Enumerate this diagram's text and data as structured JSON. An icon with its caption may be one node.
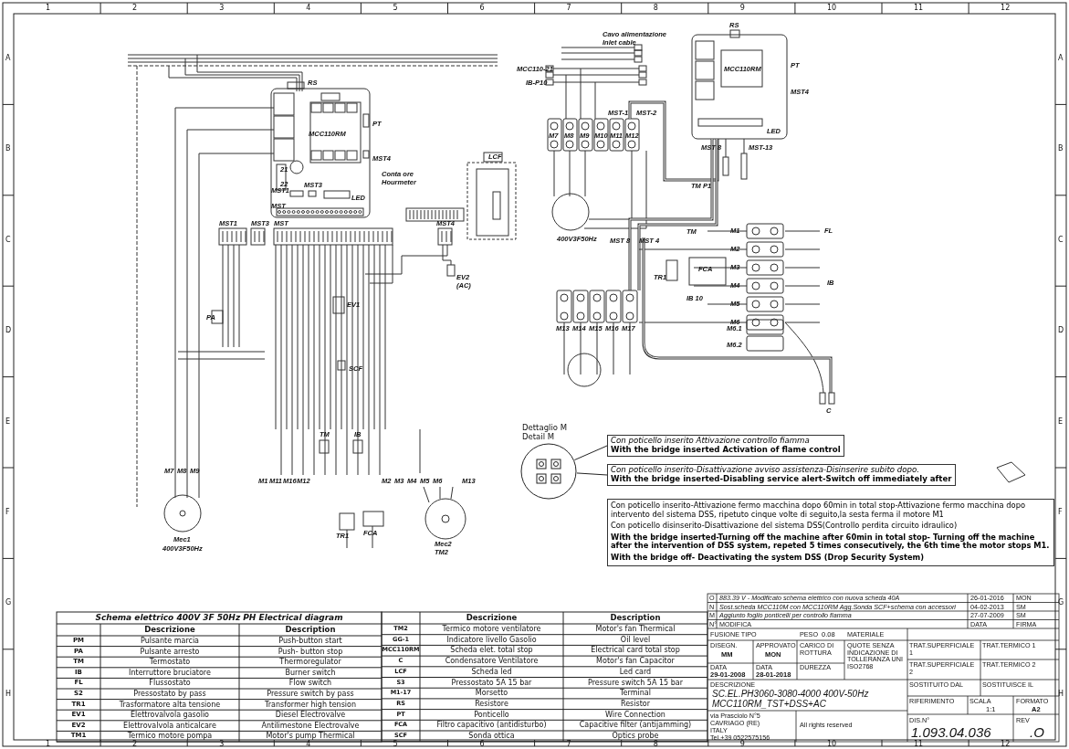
{
  "diagram": {
    "nodes": [
      {
        "text": [],
        "shape": "picture",
        "beside": [
          "Dettaglio M",
          "Detail M"
        ]
      },
      {
        "text": [
          "Con poticello inserito Attivazione controllo fiamma",
          "With the bridge inserted Activation of flame control"
        ]
      },
      {
        "text": [
          "Con poticello inserito-Disattivazione avviso assistenza-Disinserire subito dopo.",
          "With the bridge inserted-Disabling service alert-Switch off immediately after"
        ]
      },
      {
        "text": [
          "Con poticello inserito-Attivazione fermo macchina dopo 60min in total stop-Attivazione fermo macchina dopo intervento del sistema DSS, ripetuto cinque volte di seguito,la sesta ferma il motore M1",
          "Con poticello disinserito-Disattivazione del sistema DSS(Controllo perdita circuito idraulico)",
          "With the bridge inserted-Turning off the machine after 60min in total stop- Turning off the machine after the intervention of DSS system, repeted 5 times consecutively, the 6th time the motor stops M1.",
          "With the bridge off- Deactivating the system DSS (Drop Security System)"
        ]
      }
    ],
    "edges": [
      {
        "from": 1,
        "to": 0,
        "arrow": "none"
      },
      {
        "from": 2,
        "to": 0,
        "arrow": "none"
      }
    ],
    "labels": [
      "1",
      "2",
      "3",
      "4",
      "5",
      "6",
      "7",
      "8",
      "9",
      "10",
      "11",
      "12",
      "1",
      "2",
      "3",
      "4",
      "5",
      "6",
      "7",
      "8",
      "9",
      "10",
      "11",
      "12",
      "A",
      "B",
      "C",
      "D",
      "E",
      "F",
      "G",
      "H",
      "A",
      "B",
      "C",
      "D",
      "E",
      "F",
      "G",
      "H",
      "RS",
      "MCC110RM",
      "PT",
      "MST4",
      "21",
      "22",
      "MST1",
      "MST3",
      "LED",
      "MST",
      "Conta ore",
      "Hourmeter",
      "LCF",
      "MST1",
      "MST3",
      "MST",
      "MST4",
      "EV2",
      "(AC)",
      "PA",
      "EV1",
      "SCF",
      "TM",
      "IB",
      "M7",
      "M8",
      "M9",
      "M1",
      "M11",
      "M16",
      "M12",
      "M2",
      "M3",
      "M4",
      "M5",
      "M6",
      "M13",
      "Mec1",
      "400V3F50Hz",
      "TR1",
      "FCA",
      "Mec2",
      "TM2",
      "Cavo alimentazione",
      "Inlet cable",
      "MCC110-21",
      "IB-P10",
      "M7",
      "M8",
      "M9",
      "M10",
      "M11",
      "M12",
      "MST-1",
      "MST-2",
      "MCC110RM",
      "RS",
      "PT",
      "MST4",
      "LED",
      "MST 8",
      "MST-13",
      "TM P1",
      "400V3F50Hz",
      "MST 8",
      "MST 4",
      "TM",
      "FL",
      "TR1",
      "FCA",
      "IB 10",
      "IB",
      "M13",
      "M14",
      "M15",
      "M16",
      "M17",
      "M1",
      "M2",
      "M3",
      "M4",
      "M5",
      "M6",
      "M6.1",
      "M6.2",
      "C",
      "Schema elettrico 400V 3F 50Hz PH Electrical diagram",
      "Descrizione",
      "Description",
      "PM",
      "Pulsante marcia",
      "Push-button start",
      "PA",
      "Pulsante arresto",
      "Push- button stop",
      "TM",
      "Termostato",
      "Thermoregulator",
      "IB",
      "Interruttore bruciatore",
      "Burner switch",
      "FL",
      "Flussostato",
      "Flow switch",
      "S2",
      "Pressostato by pass",
      "Pressure switch by pass",
      "TR1",
      "Trasformatore alta tensione",
      "Transformer high tension",
      "EV1",
      "Elettrovalvola gasolio",
      "Diesel Electrovalve",
      "EV2",
      "Elettrovalvola anticalcare",
      "Antilimestone Electrovalve",
      "TM1",
      "Termico motore pompa",
      "Motor's pump Thermical",
      "Descrizione",
      "Description",
      "TM2",
      "Termico motore ventilatore",
      "Motor's fan Thermical",
      "GG-1",
      "Indicatore livello Gasolio",
      "Oil level",
      "MCC110RM",
      "Scheda elet. total stop",
      "Electrical card total stop",
      "C",
      "Condensatore Ventilatore",
      "Motor's fan Capacitor",
      "LCF",
      "Scheda led",
      "Led card",
      "S3",
      "Pressostato 5A 15 bar",
      "Pressure switch 5A 15 bar",
      "M1-17",
      "Morsetto",
      "Terminal",
      "RS",
      "Resistore",
      "Resistor",
      "PT",
      "Ponticello",
      "Wire Connection",
      "FCA",
      "Filtro capacitivo (antidisturbo)",
      "Capacitive filter (antijamming)",
      "SCF",
      "Sonda ottica",
      "Optics probe",
      "O",
      "883.39 V - Modificato schema elettrico con nuova scheda 40A",
      "26-01-2016",
      "MON",
      "N",
      "Sost.scheda MCC110M con MCC110RM Agg.Sonda SCF+schema con accessori",
      "04-02-2013",
      "SM",
      "M",
      "Aggiunto foglio ponticelli per controllo fiamma",
      "27-07-2009",
      "SM",
      "N°",
      "MODIFICA",
      "DATA",
      "FIRMA",
      "FUSIONE TIPO",
      "PESO",
      "0.08",
      "MATERIALE",
      "DISEGN.",
      "MM",
      "APPROVATO",
      "MON",
      "CARICO DI ROTTURA",
      "QUOTE SENZA INDICAZIONE DI TOLLERANZA UNI ISO2768",
      "TRAT.SUPERFICIALE 1",
      "TRAT.TERMICO 1",
      "DATA",
      "29-01-2008",
      "DATA",
      "28-01-2018",
      "DUREZZA",
      "TRAT.SUPERFICIALE 2",
      "TRAT.TERMICO 2",
      "DESCRIZIONE",
      "SC.EL.PH3060-3080-4000 400V-50Hz MCC110RM_TST+DSS+AC",
      "SOSTITUITO DAL",
      "SOSTITUISCE IL",
      "RIFERIMENTO",
      "SCALA",
      "1:1",
      "FORMATO",
      "A2",
      "via Prasciolo N°5",
      "CAVRIAGO (RE)",
      "ITALY",
      "Tel.+39 0522575156",
      "All rights reserved",
      "DIS.N°",
      "1.093.04.036",
      "REV",
      ".O"
    ]
  }
}
